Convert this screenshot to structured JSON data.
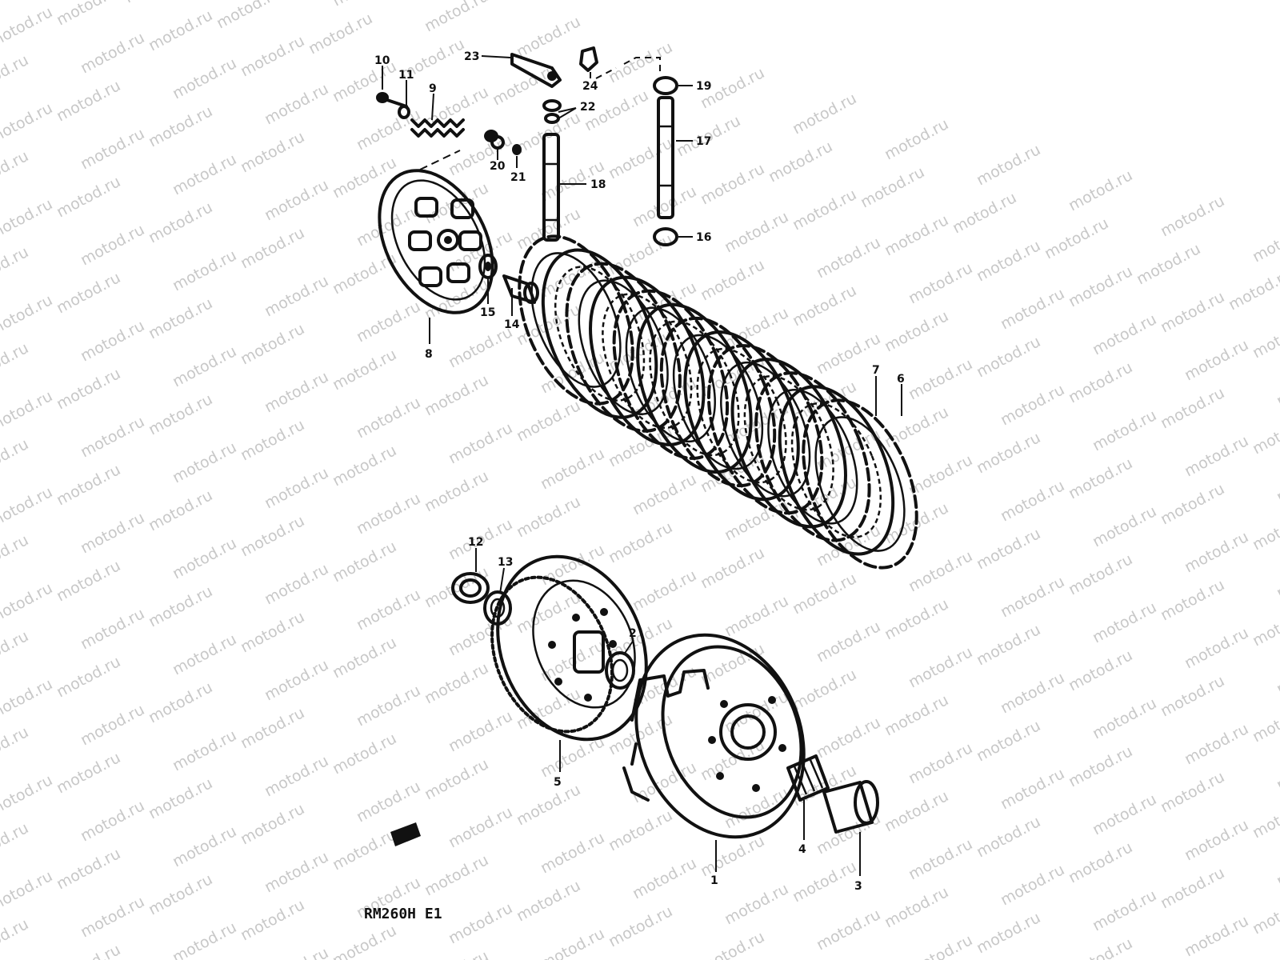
{
  "diagram": {
    "model_code": "RM260H E1",
    "watermark": "motod.ru",
    "callouts": [
      "1",
      "2",
      "3",
      "4",
      "5",
      "6",
      "7",
      "8",
      "9",
      "10",
      "11",
      "12",
      "13",
      "14",
      "15",
      "16",
      "17",
      "18",
      "19",
      "20",
      "21",
      "22",
      "23",
      "24"
    ]
  }
}
